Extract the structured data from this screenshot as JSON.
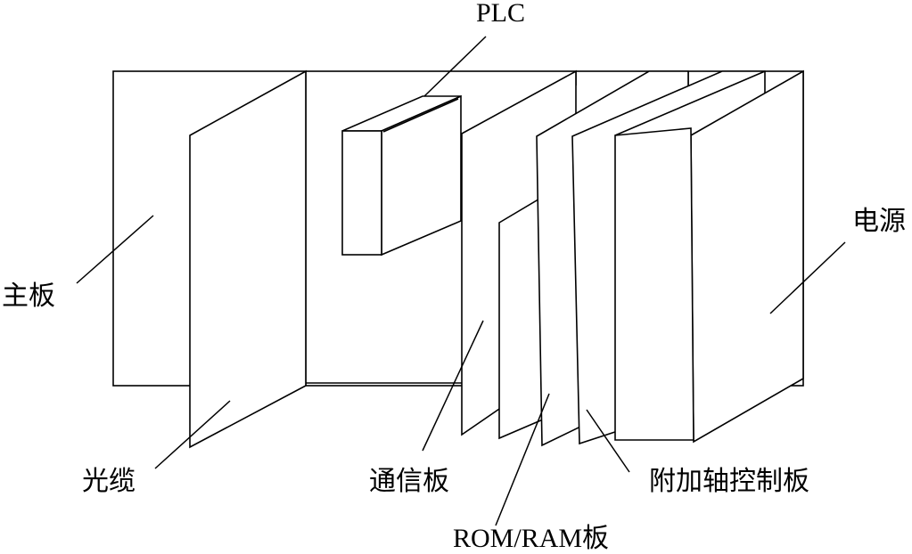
{
  "diagram": {
    "labels": {
      "plc": "PLC",
      "main_board": "主板",
      "optical_cable": "光缆",
      "comm_board": "通信板",
      "rom_ram_board": "ROM/RAM板",
      "axis_control_board": "附加轴控制板",
      "power_supply": "电源"
    }
  }
}
